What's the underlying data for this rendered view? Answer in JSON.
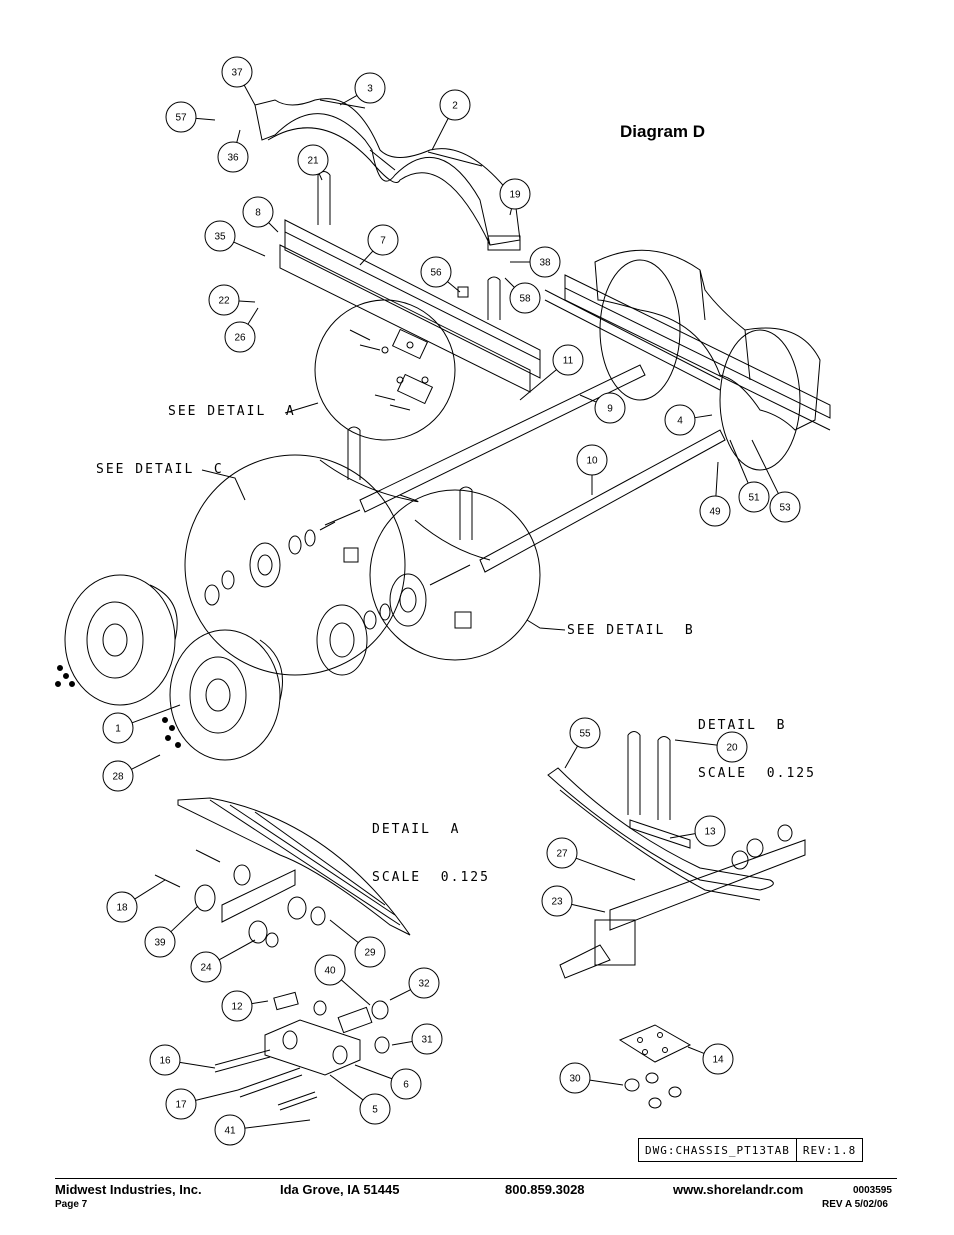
{
  "diagram_title": "Diagram D",
  "detail_labels": {
    "see_detail_a": "SEE DETAIL  A",
    "see_detail_b": "SEE DETAIL  B",
    "see_detail_c": "SEE DETAIL  C",
    "detail_b_line1": "DETAIL  B",
    "detail_b_line2": "SCALE  0.125",
    "detail_a_line1": "DETAIL  A",
    "detail_a_line2": "SCALE  0.125"
  },
  "part_callouts": [
    "37",
    "3",
    "2",
    "57",
    "36",
    "21",
    "19",
    "8",
    "35",
    "7",
    "56",
    "38",
    "58",
    "22",
    "26",
    "11",
    "9",
    "4",
    "10",
    "49",
    "51",
    "53",
    "1",
    "28",
    "55",
    "20",
    "13",
    "27",
    "23",
    "18",
    "39",
    "24",
    "29",
    "40",
    "32",
    "12",
    "31",
    "16",
    "6",
    "17",
    "5",
    "41",
    "30",
    "14"
  ],
  "drawing_block": {
    "dwg": "DWG:CHASSIS_PT13TAB",
    "rev": "REV:1.8"
  },
  "footer": {
    "company": "Midwest Industries, Inc.",
    "location": "Ida Grove, IA  51445",
    "phone": "800.859.3028",
    "website": "www.shorelandr.com",
    "doc_number": "0003595",
    "page": "Page 7",
    "revision": "REV A  5/02/06"
  }
}
